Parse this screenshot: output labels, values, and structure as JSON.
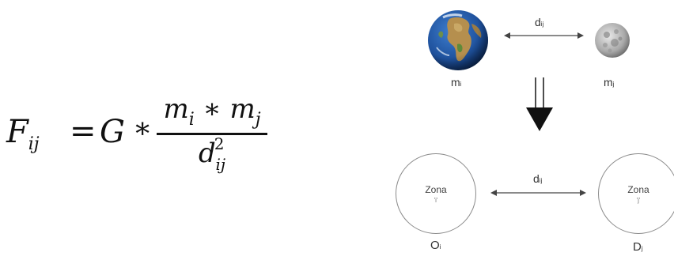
{
  "formula": {
    "lhs": "F",
    "lhs_sub": "ij",
    "eq": "=",
    "G": "G",
    "op": "∗",
    "num_m1": "m",
    "num_m1_sub": "i",
    "num_op": " ∗ ",
    "num_m2": "m",
    "num_m2_sub": "j",
    "den": "d",
    "den_sup": "2",
    "den_sub": "ij"
  },
  "diagram": {
    "top_distance_label": "d",
    "top_distance_sub": "ij",
    "earth_label": "m",
    "earth_label_sub": "i",
    "moon_label": "m",
    "moon_label_sub": "j",
    "zone_left_text": "Zona",
    "zone_left_sub": "'i'",
    "zone_right_text": "Zona",
    "zone_right_sub": "'j'",
    "bottom_distance_label": "d",
    "bottom_distance_sub": "ij",
    "origin_label": "O",
    "origin_label_sub": "i",
    "dest_label": "D",
    "dest_label_sub": "j"
  }
}
